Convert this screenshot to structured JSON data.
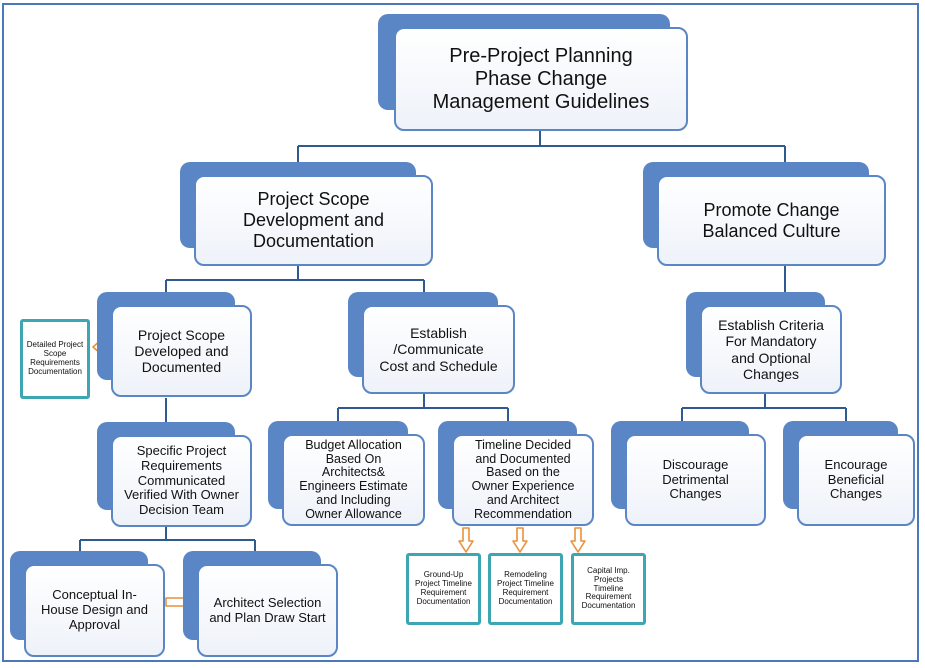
{
  "boxes": {
    "root": "Pre-Project Planning\nPhase Change\nManagement  Guidelines",
    "scope": "Project Scope\nDevelopment and\nDocumentation",
    "culture": "Promote Change\nBalanced Culture",
    "scope_developed": "Project Scope\nDeveloped and\nDocumented",
    "cost_schedule": "Establish\n/Communicate\nCost and Schedule",
    "criteria": "Establish Criteria\nFor Mandatory\nand Optional\nChanges",
    "specific_reqs": "Specific Project\nRequirements\nCommunicated\nVerified With Owner\nDecision Team",
    "budget": "Budget Allocation\nBased On\nArchitects&\nEngineers Estimate\nand Including\nOwner Allowance",
    "timeline": "Timeline Decided\nand Documented\nBased on the\nOwner Experience\nand Architect\nRecommendation",
    "discourage": "Discourage\nDetrimental\nChanges",
    "encourage": "Encourage\nBeneficial\nChanges",
    "conceptual": "Conceptual In-\nHouse Design and\nApproval",
    "architect": "Architect Selection\nand Plan Draw Start"
  },
  "notes": {
    "detailed_scope": "Detailed Project\nScope\nRequirements\nDocumentation",
    "ground_up": "Ground-Up\nProject Timeline\nRequirement\nDocumentation",
    "remodeling": "Remodeling\nProject Timeline\nRequirement\nDocumentation",
    "capital": "Capital Imp.\nProjects\nTimeline\nRequirement\nDocumentation"
  },
  "colors": {
    "box_shadow": "#5b86c5",
    "box_border": "#5b86c5",
    "connector": "#2e5a8f",
    "note_border": "#3ea5b3",
    "arrow_fill": "#ffffff",
    "arrow_stroke": "#e8913a",
    "frame": "#4a78b9"
  }
}
